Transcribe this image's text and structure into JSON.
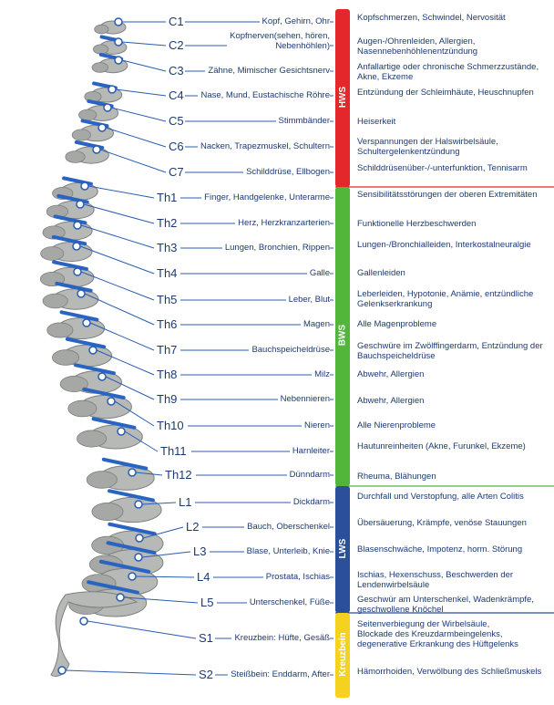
{
  "colors": {
    "hws": "#e3272b",
    "bws": "#52b63b",
    "lws": "#2b4f9a",
    "kreuzbein": "#f4d21f",
    "text": "#1b3a73",
    "leader": "#2a5db0"
  },
  "sections": [
    {
      "name": "HWS",
      "color": "#e3272b"
    },
    {
      "name": "BWS",
      "color": "#52b63b"
    },
    {
      "name": "LWS",
      "color": "#2b4f9a"
    },
    {
      "name": "Kreuzbein",
      "color": "#f4d21f"
    }
  ],
  "vertebrae": [
    {
      "code": "C1",
      "organs": "Kopf, Gehirn, Ohr",
      "symptoms": "Kopfschmerzen, Schwindel, Nervosität"
    },
    {
      "code": "C2",
      "organs": "Kopfnerven(sehen, hören, Nebenhöhlen)",
      "symptoms": "Augen-/Ohrenleiden, Allergien, Nasennebenhöhlenentzündung"
    },
    {
      "code": "C3",
      "organs": "Zähne, Mimischer Gesichtsnerv",
      "symptoms": "Anfallartige oder chronische Schmerzzustände, Akne, Ekzeme"
    },
    {
      "code": "C4",
      "organs": "Nase, Mund, Eustachische Röhre",
      "symptoms": "Entzündung der Schleimhäute, Heuschnupfen"
    },
    {
      "code": "C5",
      "organs": "Stimmbänder",
      "symptoms": "Heiserkeit"
    },
    {
      "code": "C6",
      "organs": "Nacken, Trapezmuskel, Schultern",
      "symptoms": "Verspannungen der Halswirbelsäule, Schultergelenkentzündung"
    },
    {
      "code": "C7",
      "organs": "Schilddrüse, Ellbogen",
      "symptoms": "Schilddrüsenüber-/-unterfunktion, Tennisarm"
    },
    {
      "code": "Th1",
      "organs": "Finger, Handgelenke, Unterarme",
      "symptoms": "Sensibilitätsstörungen der oberen Extremitäten"
    },
    {
      "code": "Th2",
      "organs": "Herz, Herzkranzarterien",
      "symptoms": "Funktionelle Herzbeschwerden"
    },
    {
      "code": "Th3",
      "organs": "Lungen, Bronchien, Rippen",
      "symptoms": "Lungen-/Bronchialleiden, Interkostalneuralgie"
    },
    {
      "code": "Th4",
      "organs": "Galle",
      "symptoms": "Gallenleiden"
    },
    {
      "code": "Th5",
      "organs": "Leber, Blut",
      "symptoms": "Leberleiden, Hypotonie, Anämie, entzündliche Gelenkserkrankung"
    },
    {
      "code": "Th6",
      "organs": "Magen",
      "symptoms": "Alle Magenprobleme"
    },
    {
      "code": "Th7",
      "organs": "Bauchspeicheldrüse",
      "symptoms": "Geschwüre im Zwölffingerdarm, Entzündung der Bauchspeicheldrüse"
    },
    {
      "code": "Th8",
      "organs": "Milz",
      "symptoms": "Abwehr, Allergien"
    },
    {
      "code": "Th9",
      "organs": "Nebennieren",
      "symptoms": "Abwehr, Allergien"
    },
    {
      "code": "Th10",
      "organs": "Nieren",
      "symptoms": "Alle Nierenprobleme"
    },
    {
      "code": "Th11",
      "organs": "Harnleiter",
      "symptoms": "Hautunreinheiten (Akne, Furunkel, Ekzeme)"
    },
    {
      "code": "Th12",
      "organs": "Dünndarm",
      "symptoms": "Rheuma, Blähungen"
    },
    {
      "code": "L1",
      "organs": "Dickdarm",
      "symptoms": "Durchfall und Verstopfung, alle Arten Colitis"
    },
    {
      "code": "L2",
      "organs": "Bauch, Oberschenkel",
      "symptoms": "Übersäuerung, Krämpfe, venöse Stauungen"
    },
    {
      "code": "L3",
      "organs": "Blase, Unterleib, Knie",
      "symptoms": "Blasenschwäche, Impotenz, horm. Störung"
    },
    {
      "code": "L4",
      "organs": "Prostata, Ischias",
      "symptoms": "Ischias, Hexenschuss, Beschwerden der Lendenwirbelsäule"
    },
    {
      "code": "L5",
      "organs": "Unterschenkel, Füße",
      "symptoms": "Geschwür am Unterschenkel, Wadenkrämpfe, geschwollene Knöchel"
    },
    {
      "code": "S1",
      "organs": "Kreuzbein: Hüfte, Gesäß",
      "symptoms": "Seitenverbiegung der Wirbelsäule, Blockade des Kreuzdarmbeingelenks, degenerative Erkrankung des Hüftgelenks"
    },
    {
      "code": "S2",
      "organs": "Steißbein: Enddarm, After",
      "symptoms": "Hämorrhoiden, Verwölbung des Schließmuskels"
    }
  ]
}
